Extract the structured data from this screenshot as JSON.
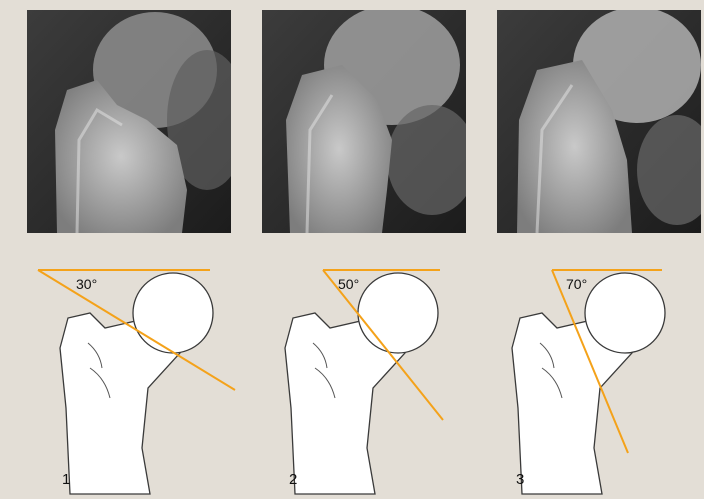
{
  "colors": {
    "background": "#e3ded6",
    "guide_line": "#f4a21a",
    "bone_fill": "#ffffff",
    "bone_outline": "#3a3a3a"
  },
  "panels": [
    {
      "number": "1",
      "angle_label": "30°",
      "angle_degrees": 30
    },
    {
      "number": "2",
      "angle_label": "50°",
      "angle_degrees": 50
    },
    {
      "number": "3",
      "angle_label": "70°",
      "angle_degrees": 70
    }
  ]
}
